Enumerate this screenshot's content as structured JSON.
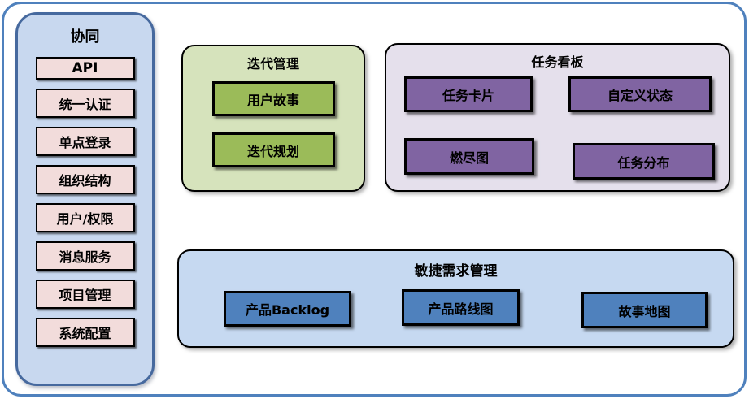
{
  "sidebar": {
    "title": "协同",
    "items": [
      "API",
      "统一认证",
      "单点登录",
      "组织结构",
      "用户/权限",
      "消息服务",
      "项目管理",
      "系统配置"
    ]
  },
  "groups": {
    "iteration": {
      "title": "迭代管理",
      "items": [
        "用户故事",
        "迭代规划"
      ]
    },
    "kanban": {
      "title": "任务看板",
      "items": [
        "任务卡片",
        "自定义状态",
        "燃尽图",
        "任务分布"
      ]
    },
    "agile": {
      "title": "敏捷需求管理",
      "items": [
        "产品Backlog",
        "产品路线图",
        "故事地图"
      ]
    }
  },
  "colors": {
    "frame_border": "#4f81bd",
    "sidebar_fill": "#c8d8ef",
    "sidebar_border": "#46699e",
    "sidebar_item_fill": "#f2dcdb",
    "iteration_fill": "#d6e3bc",
    "iteration_item_fill": "#9bbb59",
    "kanban_fill": "#e5e0ec",
    "kanban_item_fill": "#8064a2",
    "agile_fill": "#c6d9f1",
    "agile_item_fill": "#4f81bd",
    "node_border": "#000000"
  }
}
